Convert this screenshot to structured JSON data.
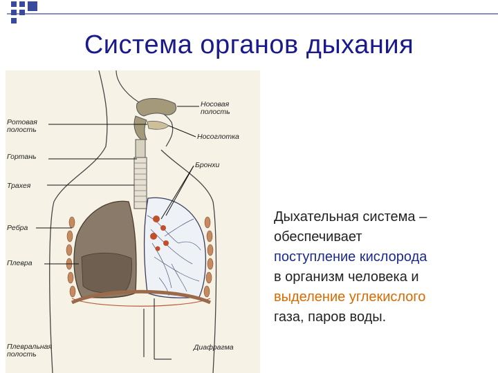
{
  "title": "Система органов дыхания",
  "colors": {
    "title": "#1a1a8c",
    "deco_squares": "#3a4a9a",
    "deco_line": "#3a4a9a",
    "highlight_blue": "#1a2a8c",
    "highlight_orange": "#d96a00"
  },
  "diagram": {
    "labels_left": {
      "mouth": "Ротовая полость",
      "larynx": "Гортань",
      "trachea": "Трахея",
      "ribs": "Ребра",
      "pleura": "Плевра",
      "pleural_cavity": "Плевральная полость"
    },
    "labels_right": {
      "nasal_cavity": "Носовая полость",
      "nasopharynx": "Носоглотка",
      "bronchi": "Бронхи",
      "diaphragm": "Диафрагма"
    }
  },
  "text": {
    "line1": "Дыхательная система –",
    "line2": "обеспечивает",
    "line3_blue": "поступление кислорода",
    "line4": "в организм человека и",
    "line5_orange": "выделение углекислого",
    "line6": "газа, паров воды."
  }
}
